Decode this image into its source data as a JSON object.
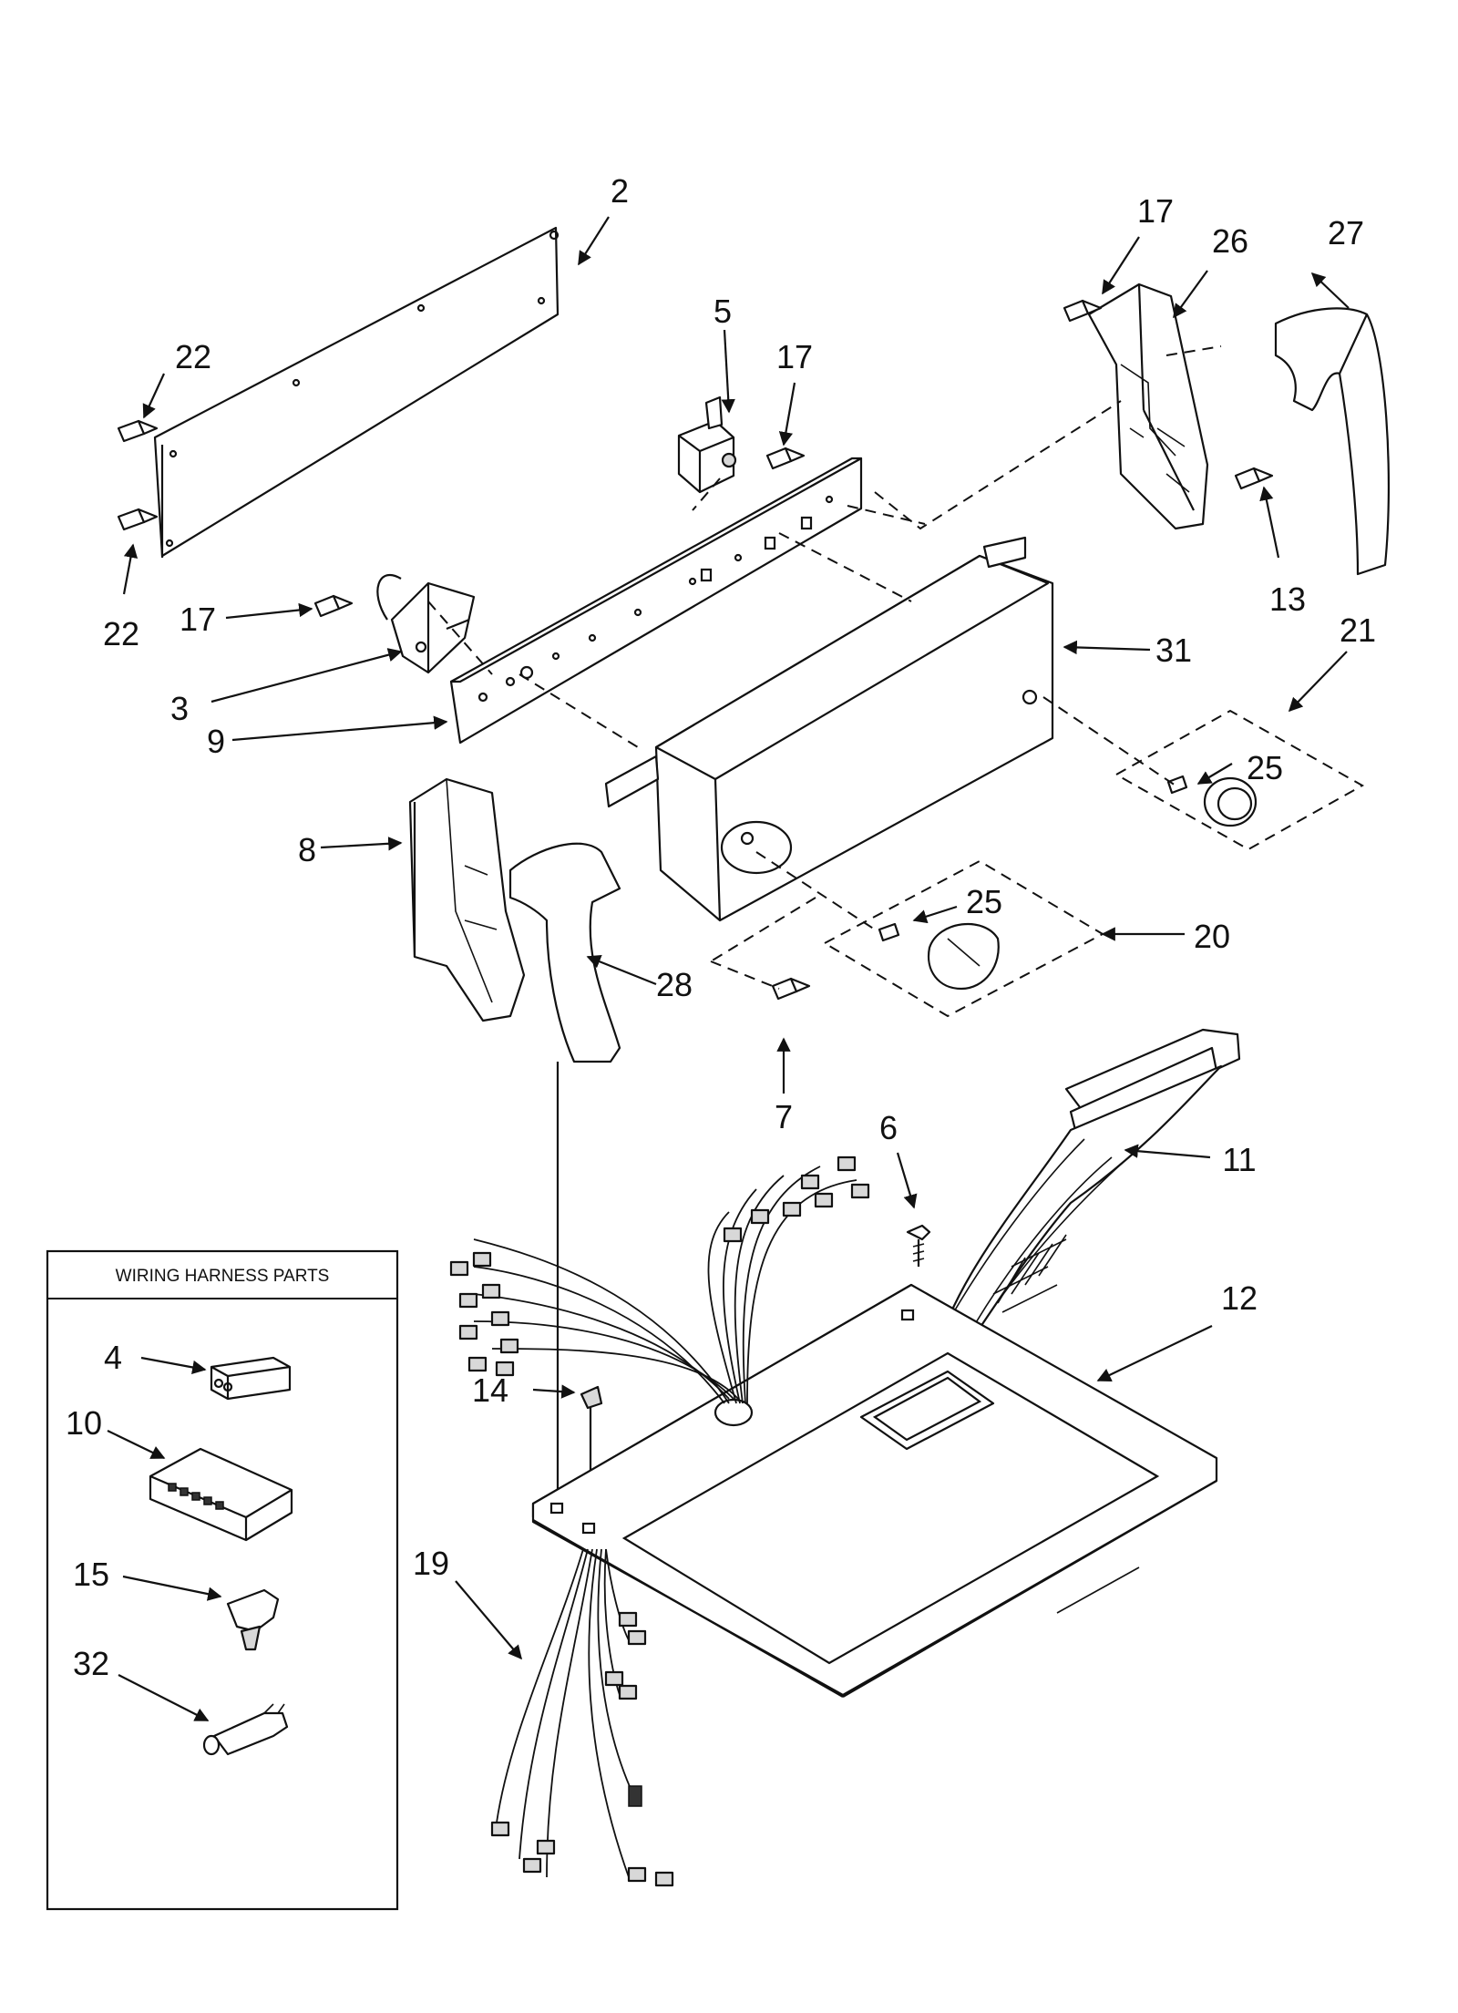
{
  "box": {
    "title": "WIRING HARNESS PARTS"
  },
  "callouts": {
    "c2": "2",
    "c22a": "22",
    "c22b": "22",
    "c17a": "17",
    "c17b": "17",
    "c17c": "17",
    "c5": "5",
    "c3": "3",
    "c9": "9",
    "c8": "8",
    "c28": "28",
    "c7": "7",
    "c26": "26",
    "c27": "27",
    "c13": "13",
    "c31": "31",
    "c21": "21",
    "c25a": "25",
    "c25b": "25",
    "c20": "20",
    "c6": "6",
    "c11": "11",
    "c12": "12",
    "c14": "14",
    "c19": "19",
    "c4": "4",
    "c10": "10",
    "c15": "15",
    "c32": "32"
  }
}
